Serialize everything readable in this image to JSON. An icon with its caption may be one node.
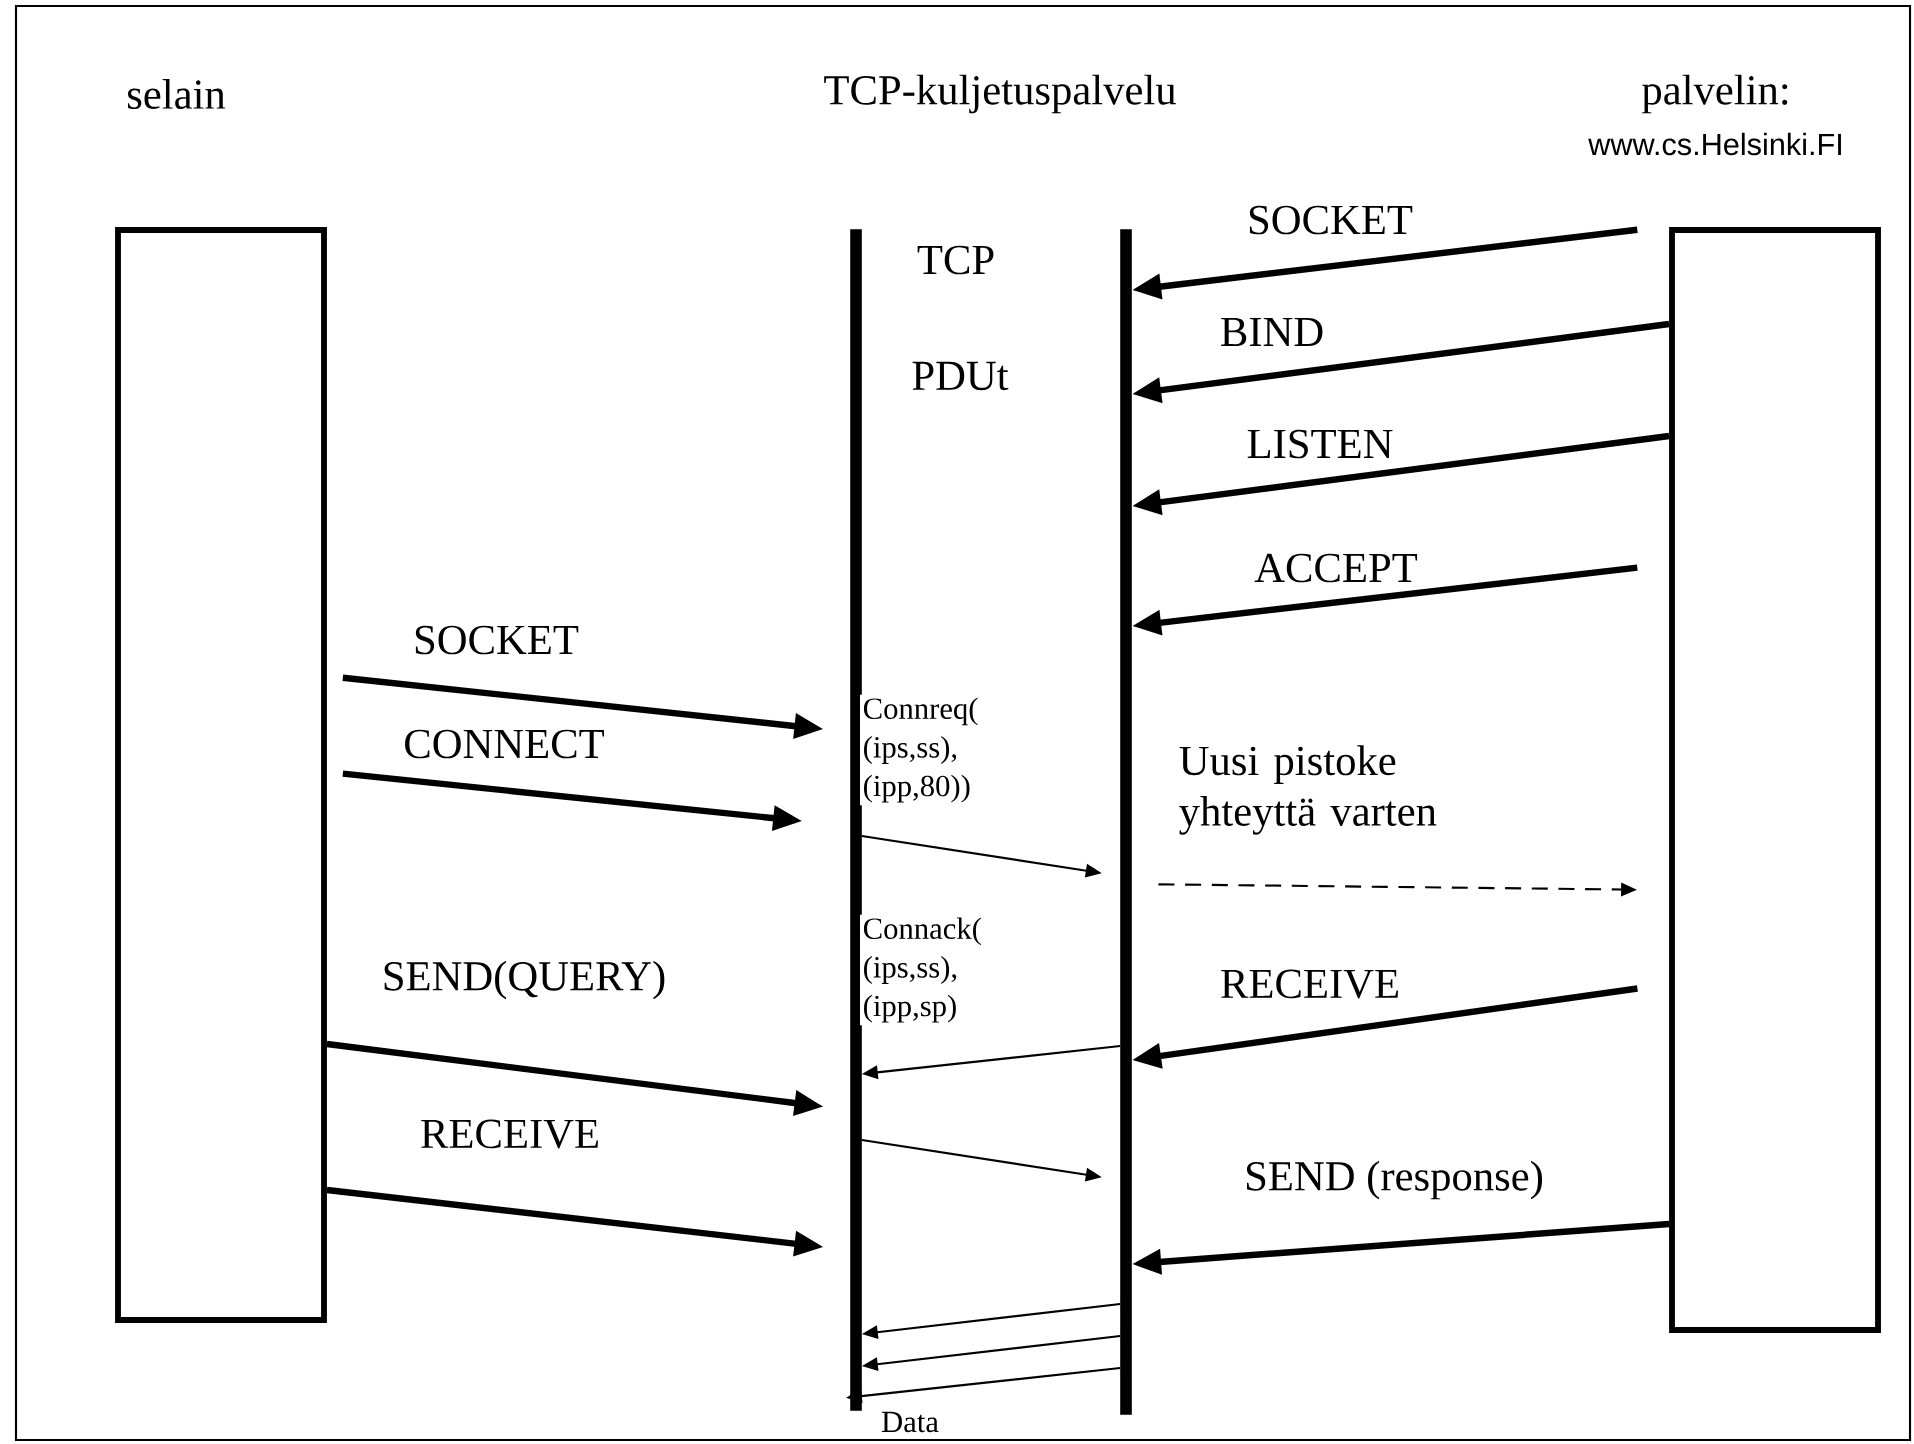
{
  "diagram": {
    "nodes": [
      {
        "text": [
          "selain"
        ]
      },
      {
        "text": [
          "palvelin:",
          "www.cs.Helsinki.FI"
        ]
      },
      {
        "text": [],
        "shape": "bar"
      },
      {
        "text": [],
        "shape": "bar"
      }
    ],
    "edges": [
      {
        "from": 1,
        "to": 3,
        "arrow": "to",
        "label": "SOCKET"
      },
      {
        "from": 1,
        "to": 3,
        "arrow": "to",
        "label": "BIND"
      },
      {
        "from": 1,
        "to": 3,
        "arrow": "to",
        "label": "LISTEN"
      },
      {
        "from": 1,
        "to": 3,
        "arrow": "to",
        "label": "ACCEPT"
      },
      {
        "from": 0,
        "to": 2,
        "arrow": "to",
        "label": "SOCKET"
      },
      {
        "from": 0,
        "to": 2,
        "arrow": "to",
        "label": "CONNECT"
      },
      {
        "from": 2,
        "to": 3,
        "arrow": "to",
        "label": "Connreq( (ips,ss), (ipp,80))"
      },
      {
        "from": 3,
        "to": 1,
        "arrow": "to",
        "label": "Uusi pistoke yhteyttä varten",
        "style": "dashed"
      },
      {
        "from": 1,
        "to": 3,
        "arrow": "to",
        "label": "RECEIVE"
      },
      {
        "from": 3,
        "to": 2,
        "arrow": "to",
        "label": "Connack( (ips,ss), (ipp,sp)"
      },
      {
        "from": 0,
        "to": 2,
        "arrow": "to",
        "label": "SEND(QUERY)"
      },
      {
        "from": 2,
        "to": 3,
        "arrow": "to"
      },
      {
        "from": 0,
        "to": 2,
        "arrow": "to",
        "label": "RECEIVE"
      },
      {
        "from": 1,
        "to": 3,
        "arrow": "to",
        "label": "SEND (response)"
      },
      {
        "from": 3,
        "to": 2,
        "arrow": "to"
      },
      {
        "from": 3,
        "to": 2,
        "arrow": "to"
      },
      {
        "from": 3,
        "to": 2,
        "arrow": "to",
        "label": "Data"
      }
    ],
    "labels": [
      "TCP-kuljetuspalvelu",
      "TCP",
      "PDUt"
    ]
  }
}
